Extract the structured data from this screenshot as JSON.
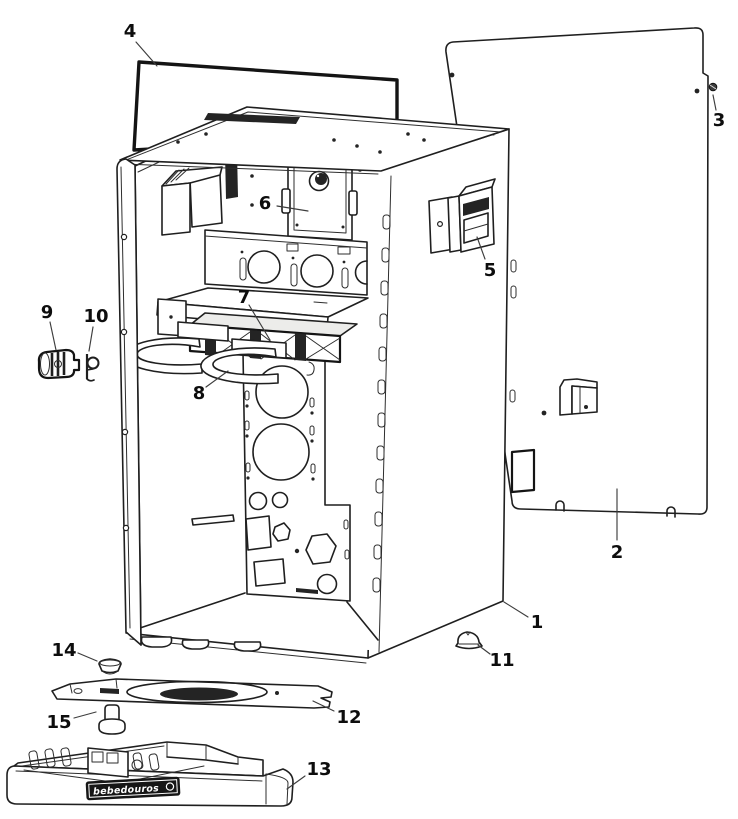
{
  "diagram": {
    "background_color": "#ffffff",
    "line_color": "#1f1f1f",
    "tray_brand_label": "bebedouros",
    "callouts": [
      {
        "number": "1"
      },
      {
        "number": "2"
      },
      {
        "number": "3"
      },
      {
        "number": "4"
      },
      {
        "number": "5"
      },
      {
        "number": "6"
      },
      {
        "number": "7"
      },
      {
        "number": "8"
      },
      {
        "number": "9"
      },
      {
        "number": "10"
      },
      {
        "number": "11"
      },
      {
        "number": "12"
      },
      {
        "number": "13"
      },
      {
        "number": "14"
      },
      {
        "number": "15"
      }
    ]
  }
}
